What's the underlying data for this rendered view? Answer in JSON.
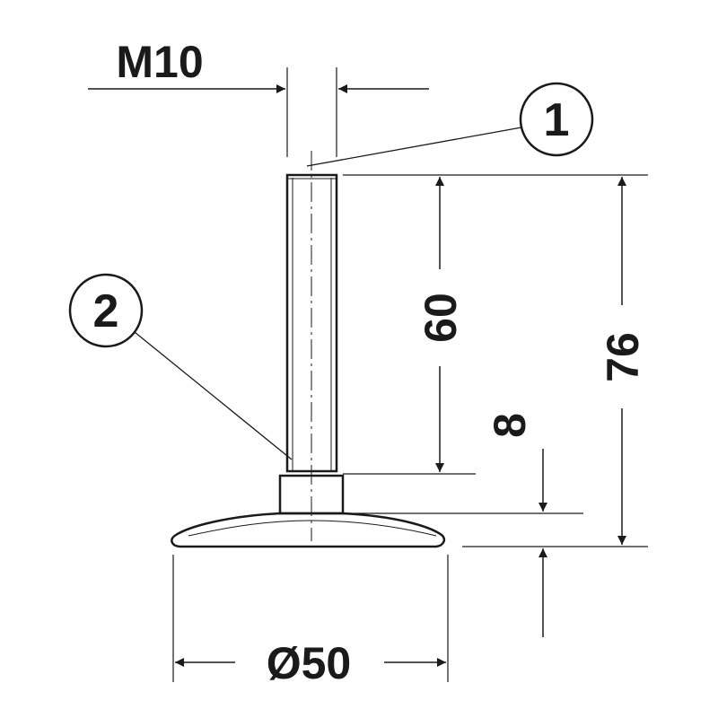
{
  "drawing": {
    "thread_label": "M10",
    "callout_1": "1",
    "callout_2": "2",
    "dim_thread_length": "60",
    "dim_total_height": "76",
    "dim_base_height": "8",
    "dim_base_diameter": "Ø50"
  },
  "colors": {
    "line": "#1a1a1a",
    "background": "#ffffff"
  }
}
